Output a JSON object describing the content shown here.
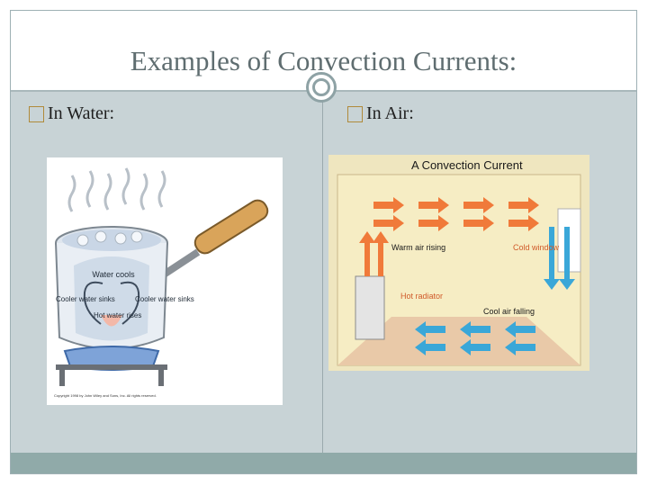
{
  "slide": {
    "title": "Examples of Convection Currents:",
    "left_bullet": "In Water:",
    "right_bullet": "In Air:"
  },
  "water_figure": {
    "label_top": "Water cools",
    "label_left": "Cooler water sinks",
    "label_center": "Hot water rises",
    "label_right": "Cooler water sinks",
    "copyright": "Copyright 1998 by John Wiley and Sons, Inc. All rights reserved."
  },
  "air_figure": {
    "title": "A Convection Current",
    "warm_label": "Warm air rising",
    "cold_label": "Cold window",
    "radiator_label": "Hot radiator",
    "cool_label": "Cool air falling"
  },
  "colors": {
    "accent_border": "#8ea2a5",
    "content_bg": "#c8d3d6",
    "footer_bg": "#90aaa9",
    "warm_arrow": "#f07a3a",
    "cool_arrow": "#3aa7d8"
  }
}
